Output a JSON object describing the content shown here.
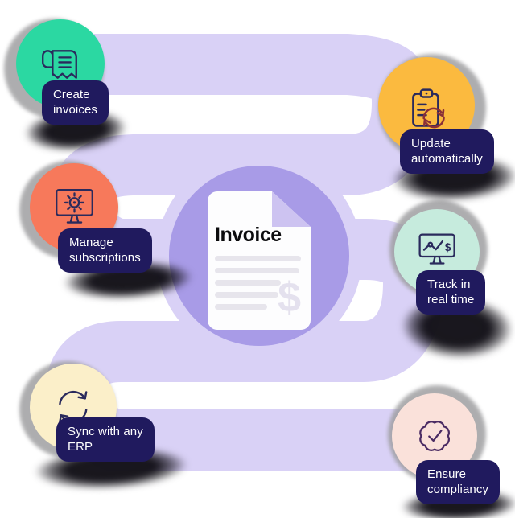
{
  "title": "Invoice workflow diagram",
  "colors": {
    "background": "#FFFFFF",
    "path": "#D9D1F6",
    "center_circle": "#A89BE7",
    "doc_fold": "#CDC3F1",
    "doc_line": "#E7E5EC",
    "doc_dollar": "#E4E1EE",
    "pill_background": "#201A5E",
    "pill_text": "#FFFFFF",
    "icon_navy": "#2A2A5C",
    "icon_maroon": "#8A3038",
    "icon_plum": "#4A2B63",
    "crescent_gray": "#9C9C9E",
    "smudge_black": "#141218"
  },
  "center": {
    "title": "Invoice",
    "dollar_mark": "$"
  },
  "nodes": [
    {
      "id": "create-invoices",
      "icon": "receipt-icon",
      "circle_color": "#2BD8A2",
      "label_lines": [
        "Create",
        "invoices"
      ]
    },
    {
      "id": "update-automatically",
      "icon": "clipboard-refresh-icon",
      "circle_color": "#FBBA3F",
      "label_lines": [
        "Update",
        "automatically"
      ]
    },
    {
      "id": "manage-subscriptions",
      "icon": "monitor-gear-icon",
      "circle_color": "#F7795B",
      "label_lines": [
        "Manage",
        "subscriptions"
      ]
    },
    {
      "id": "track-real-time",
      "icon": "monitor-chart-icon",
      "circle_color": "#C6EBDD",
      "label_lines": [
        "Track in",
        "real time"
      ],
      "icon_text": "$"
    },
    {
      "id": "sync-erp",
      "icon": "sync-arrows-icon",
      "circle_color": "#FBEFC9",
      "label_lines": [
        "Sync with any",
        "ERP"
      ]
    },
    {
      "id": "ensure-compliancy",
      "icon": "badge-check-icon",
      "circle_color": "#FAE1DA",
      "label_lines": [
        "Ensure",
        "compliancy"
      ]
    }
  ]
}
